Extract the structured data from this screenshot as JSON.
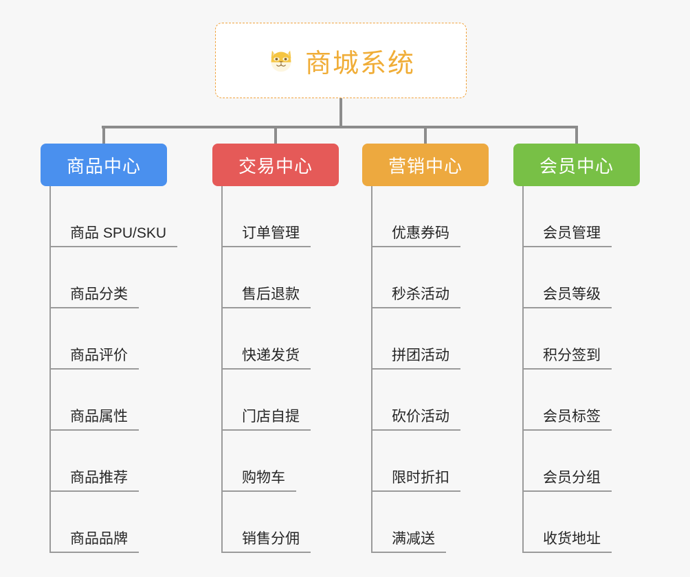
{
  "diagram": {
    "type": "mind-map",
    "background_color": "#f7f7f7",
    "root": {
      "title": "商城系统",
      "icon": "shiba-dog-emoji",
      "text_color": "#f0ad37",
      "border_color": "#f0a23c",
      "background_color": "#ffffff"
    },
    "connector_color": "#8c8c8c",
    "branches": [
      {
        "label": "商品中心",
        "color": "#4a90ee",
        "items": [
          {
            "label": "商品 SPU/SKU"
          },
          {
            "label": "商品分类"
          },
          {
            "label": "商品评价"
          },
          {
            "label": "商品属性"
          },
          {
            "label": "商品推荐"
          },
          {
            "label": "商品品牌"
          }
        ]
      },
      {
        "label": "交易中心",
        "color": "#e55a58",
        "items": [
          {
            "label": "订单管理"
          },
          {
            "label": "售后退款"
          },
          {
            "label": "快递发货"
          },
          {
            "label": "门店自提"
          },
          {
            "label": "购物车"
          },
          {
            "label": "销售分佣"
          }
        ]
      },
      {
        "label": "营销中心",
        "color": "#eda93f",
        "items": [
          {
            "label": "优惠券码"
          },
          {
            "label": "秒杀活动"
          },
          {
            "label": "拼团活动"
          },
          {
            "label": "砍价活动"
          },
          {
            "label": "限时折扣"
          },
          {
            "label": "满减送"
          }
        ]
      },
      {
        "label": "会员中心",
        "color": "#78c046",
        "items": [
          {
            "label": "会员管理"
          },
          {
            "label": "会员等级"
          },
          {
            "label": "积分签到"
          },
          {
            "label": "会员标签"
          },
          {
            "label": "会员分组"
          },
          {
            "label": "收货地址"
          }
        ]
      }
    ]
  }
}
